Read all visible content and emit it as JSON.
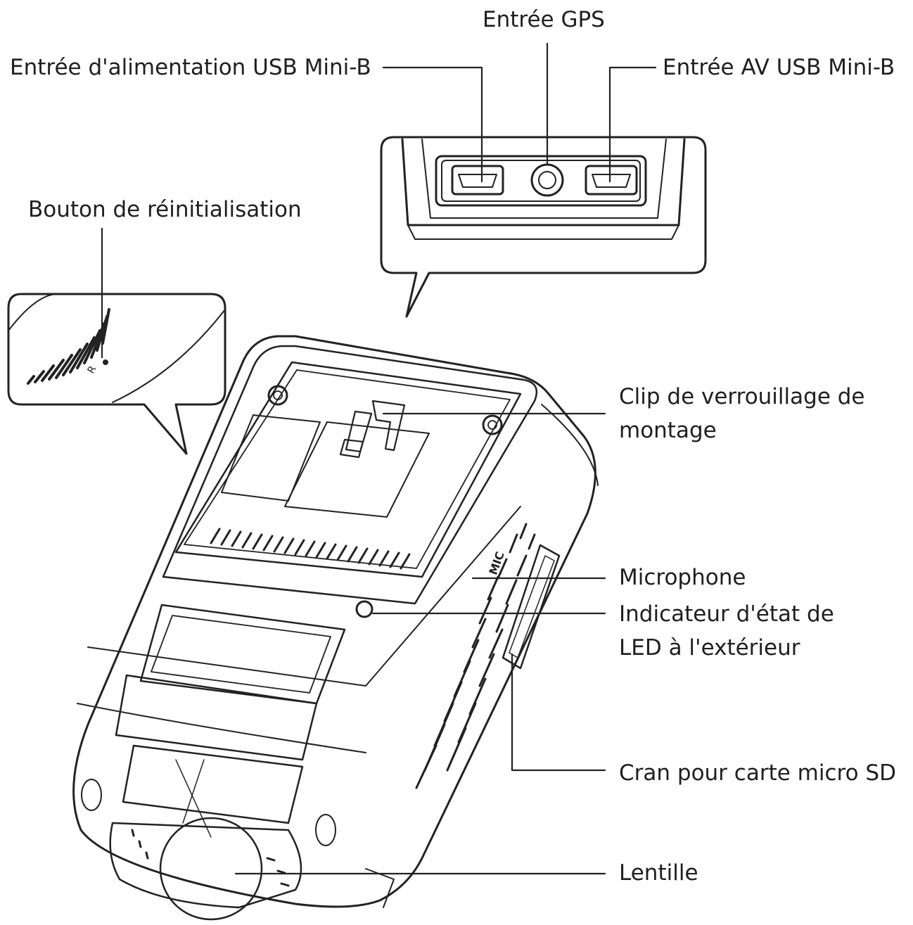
{
  "labels": {
    "gps": "Entrée GPS",
    "power": "Entrée d'alimentation USB Mini-B",
    "av": "Entrée AV USB Mini-B",
    "reset": "Bouton de réinitialisation",
    "clip": [
      "Clip de verrouillage de",
      "montage"
    ],
    "mic": "Microphone",
    "led": [
      "Indicateur d'état de",
      "LED à l'extérieur"
    ],
    "sd": "Cran pour carte micro SD",
    "lens": "Lentille"
  },
  "device_marks": {
    "mic_text": "MIC",
    "reset_text": "R"
  }
}
